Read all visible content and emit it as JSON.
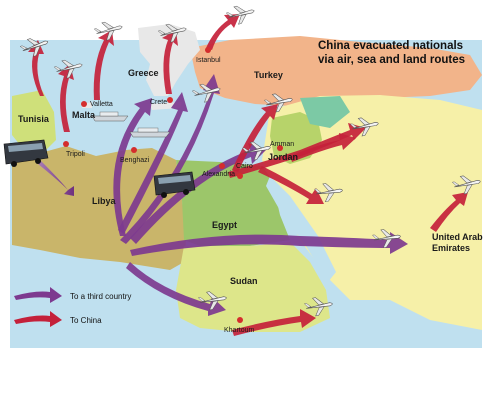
{
  "title": {
    "line1": "China evacuated nationals",
    "line2": "via air, sea and land routes"
  },
  "countries": {
    "tunisia": "Tunisia",
    "malta": "Malta",
    "greece": "Greece",
    "turkey": "Turkey",
    "libya": "Libya",
    "egypt": "Egypt",
    "jordan": "Jordan",
    "sudan": "Sudan",
    "uae_line1": "United Arab",
    "uae_line2": "Emirates"
  },
  "cities": {
    "istanbul": "Istanbul",
    "valletta": "Valletta",
    "crete": "Crete",
    "tripoli": "Tripoli",
    "benghazi": "Benghazi",
    "cairo": "Cairo",
    "alexandria": "Alexandria",
    "amman": "Amman",
    "khartoum": "Khartoum"
  },
  "legend": {
    "third_country": "To a third country",
    "to_china": "To China"
  },
  "colors": {
    "sea": "#bfe0ef",
    "libya": "#c9b56a",
    "tunisia": "#cfe07a",
    "egypt": "#9cc66a",
    "sudan": "#dde68a",
    "turkey": "#f2b48a",
    "greece": "#e8e8e8",
    "middle_east": "#f6f0a8",
    "jordan": "#b7d36a",
    "arrow_third": "#7d3a8f",
    "arrow_china": "#c4213a",
    "city_dot": "#d42d2d"
  },
  "icons": [
    "plane-icon",
    "ship-icon",
    "bus-icon"
  ]
}
